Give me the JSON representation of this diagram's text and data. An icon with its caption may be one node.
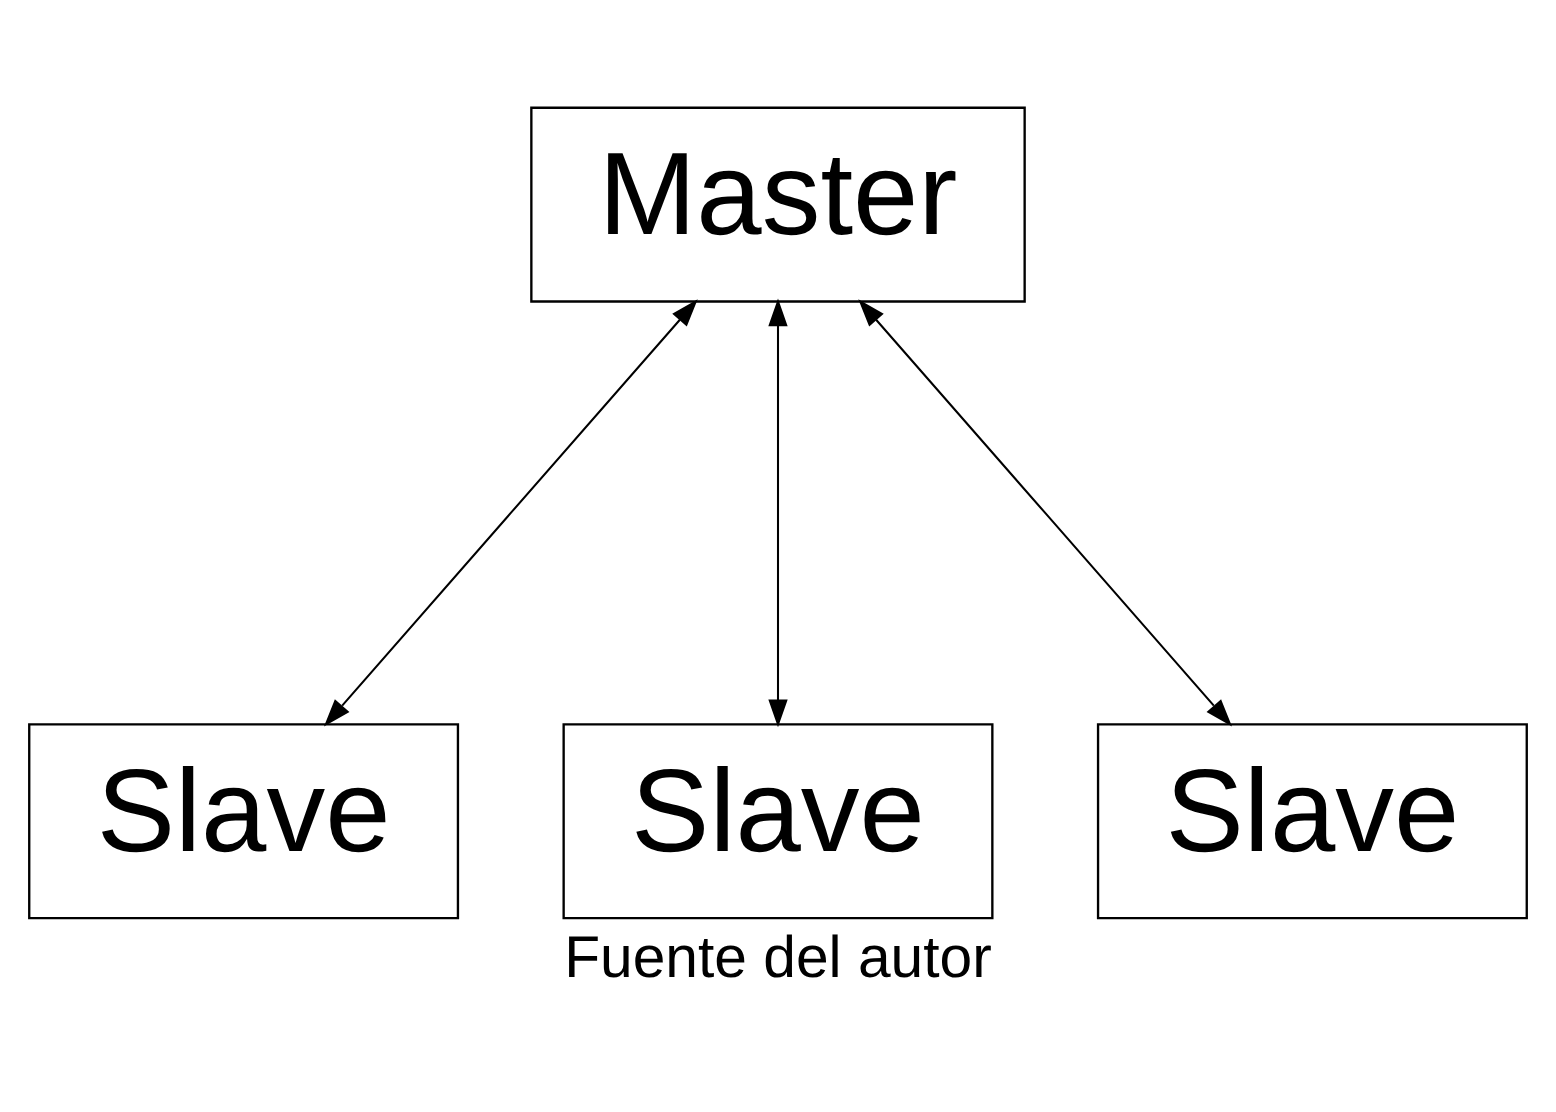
{
  "diagram": {
    "caption": "Fuente del autor",
    "nodes": [
      {
        "text": [
          "Master"
        ]
      },
      {
        "text": [
          "Slave"
        ]
      },
      {
        "text": [
          "Slave"
        ]
      },
      {
        "text": [
          "Slave"
        ]
      }
    ],
    "edges": [
      {
        "from": 0,
        "to": 1,
        "arrow": "both"
      },
      {
        "from": 0,
        "to": 2,
        "arrow": "both"
      },
      {
        "from": 0,
        "to": 3,
        "arrow": "both"
      }
    ]
  }
}
